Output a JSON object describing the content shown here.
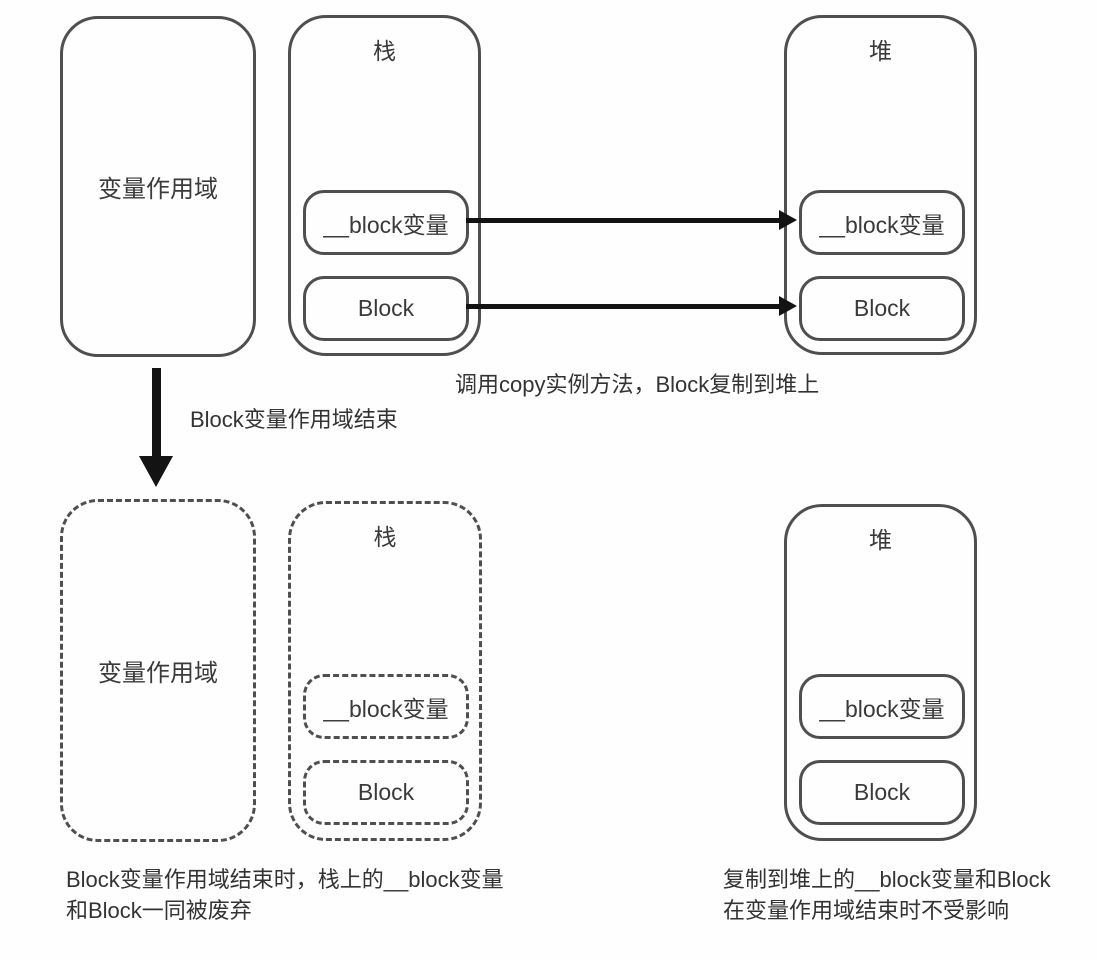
{
  "colors": {
    "stroke": "#4f4f4f",
    "text": "#3a3a3a",
    "arrow": "#131313",
    "background": "#fefefe"
  },
  "top": {
    "scope": {
      "label": "变量作用域"
    },
    "stack": {
      "title": "栈",
      "items": [
        "__block变量",
        "Block"
      ]
    },
    "heap": {
      "title": "堆",
      "items": [
        "__block变量",
        "Block"
      ]
    },
    "caption": "调用copy实例方法，Block复制到堆上"
  },
  "transition": {
    "label": "Block变量作用域结束"
  },
  "bottom": {
    "scope": {
      "label": "变量作用域"
    },
    "stack": {
      "title": "栈",
      "items": [
        "__block变量",
        "Block"
      ]
    },
    "heap": {
      "title": "堆",
      "items": [
        "__block变量",
        "Block"
      ]
    },
    "caption_left": [
      "Block变量作用域结束时，栈上的__block变量",
      "和Block一同被废弃"
    ],
    "caption_right": [
      "复制到堆上的__block变量和Block",
      "在变量作用域结束时不受影响"
    ]
  }
}
